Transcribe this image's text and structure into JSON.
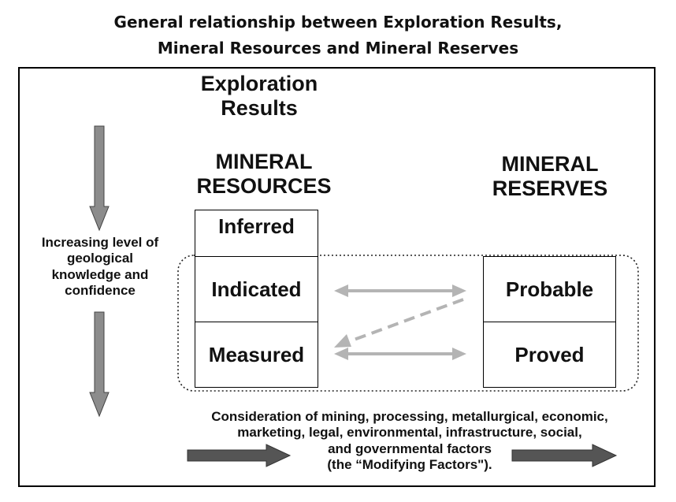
{
  "title": {
    "line1": "General relationship between Exploration Results,",
    "line2": "Mineral Resources and Mineral Reserves"
  },
  "exploration": {
    "line1": "Exploration",
    "line2": "Results"
  },
  "resources": {
    "heading1": "MINERAL",
    "heading2": "RESOURCES",
    "inferred": "Inferred",
    "indicated": "Indicated",
    "measured": "Measured"
  },
  "reserves": {
    "heading1": "MINERAL",
    "heading2": "RESERVES",
    "probable": "Probable",
    "proved": "Proved"
  },
  "side_label": {
    "line1": "Increasing level of",
    "line2": "geological",
    "line3": "knowledge and",
    "line4": "confidence"
  },
  "footer": {
    "line1": "Consideration of mining, processing, metallurgical, economic,",
    "line2": "marketing, legal, environmental, infrastructure, social,",
    "line3": "and governmental factors",
    "line4": "(the “Modifying Factors\")."
  },
  "colors": {
    "arrow_fill": "#8c8c8c",
    "bold_arrow_fill": "#555555",
    "connector": "#b4b4b4"
  }
}
